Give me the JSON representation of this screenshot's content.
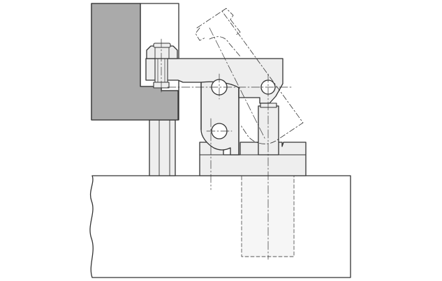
{
  "drawing": {
    "colors": {
      "outline": "#333333",
      "part_fill": "#eeeeee",
      "workpiece_fill": "#aaaaaa",
      "background": "#ffffff",
      "hidden_line": "#555555"
    },
    "parts": [
      "base-block",
      "workpiece",
      "support-pin",
      "clamp-body",
      "clamp-arm",
      "link-plate",
      "pressure-bolt",
      "hex-nut",
      "plunger",
      "pivot-pins",
      "arm-open-position"
    ],
    "line_styles": {
      "visible": "solid",
      "hidden": "dashed",
      "centerline": "dash-dot",
      "alternate_position": "phantom"
    }
  }
}
